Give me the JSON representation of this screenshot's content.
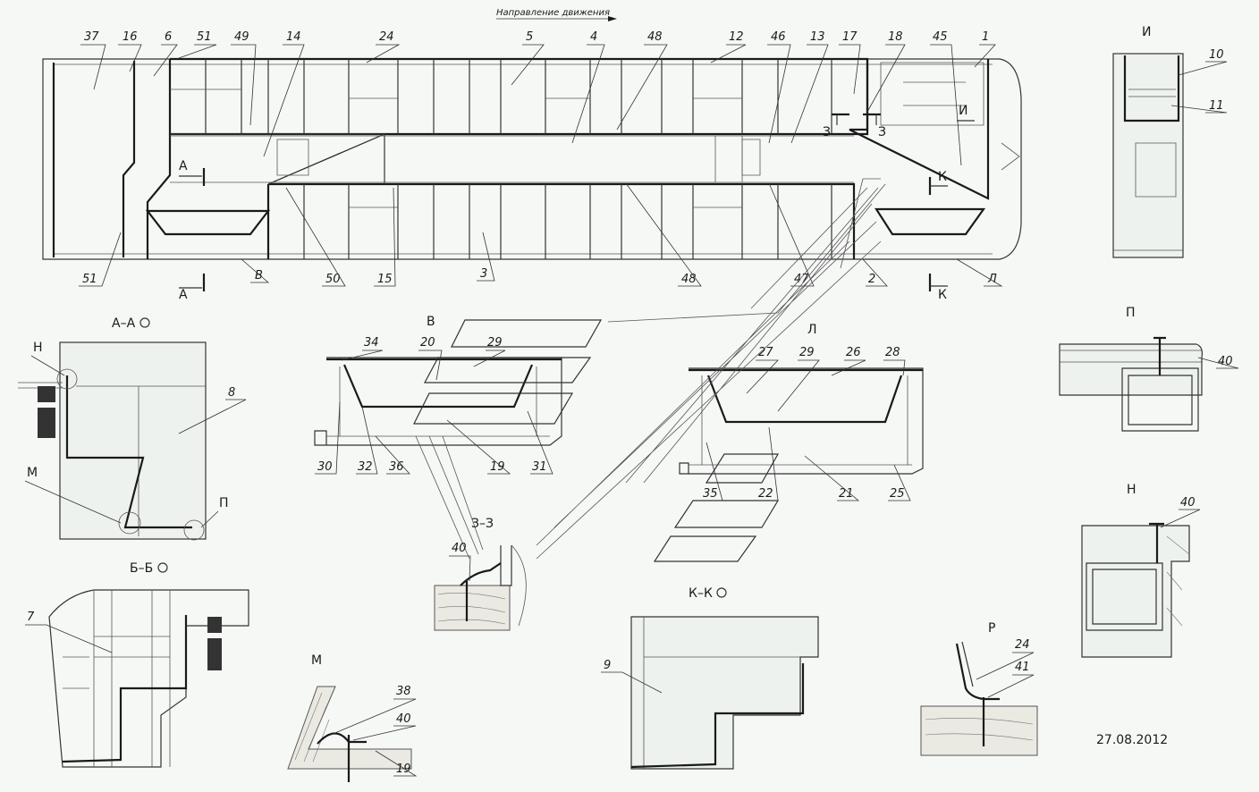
{
  "drawing": {
    "direction_label": "Направление движения",
    "date": "27.08.2012"
  },
  "callouts_top": [
    "37",
    "16",
    "6",
    "51",
    "49",
    "14",
    "24",
    "5",
    "4",
    "48",
    "12",
    "46",
    "13",
    "17",
    "18",
    "45",
    "1"
  ],
  "callouts_bottom": [
    "51",
    "В",
    "50",
    "15",
    "3",
    "48",
    "47",
    "2",
    "Л"
  ],
  "section_marks": {
    "a_top": "А",
    "a_bottom": "А",
    "k_top": "К",
    "k_bottom": "К",
    "z_left": "З",
    "z_right": "З",
    "i": "И"
  },
  "views": {
    "a_a": {
      "title": "А–А",
      "labels": [
        "Н",
        "8",
        "М",
        "П"
      ]
    },
    "b_b": {
      "title": "Б–Б",
      "labels": [
        "7"
      ]
    },
    "v": {
      "title": "В",
      "labels": [
        "34",
        "20",
        "29",
        "30",
        "32",
        "36",
        "19",
        "31"
      ]
    },
    "l": {
      "title": "Л",
      "labels": [
        "27",
        "29",
        "26",
        "28",
        "35",
        "22",
        "21",
        "25"
      ]
    },
    "z_z": {
      "title": "З–З",
      "labels": [
        "40"
      ]
    },
    "k_k": {
      "title": "К–К",
      "labels": [
        "9"
      ]
    },
    "m": {
      "title": "М",
      "labels": [
        "38",
        "40",
        "19"
      ]
    },
    "r": {
      "title": "Р",
      "labels": [
        "24",
        "41"
      ]
    },
    "i": {
      "title": "И",
      "labels": [
        "10",
        "11"
      ]
    },
    "p": {
      "title": "П",
      "labels": [
        "40"
      ]
    },
    "n": {
      "title": "Н",
      "labels": [
        "40"
      ]
    }
  }
}
